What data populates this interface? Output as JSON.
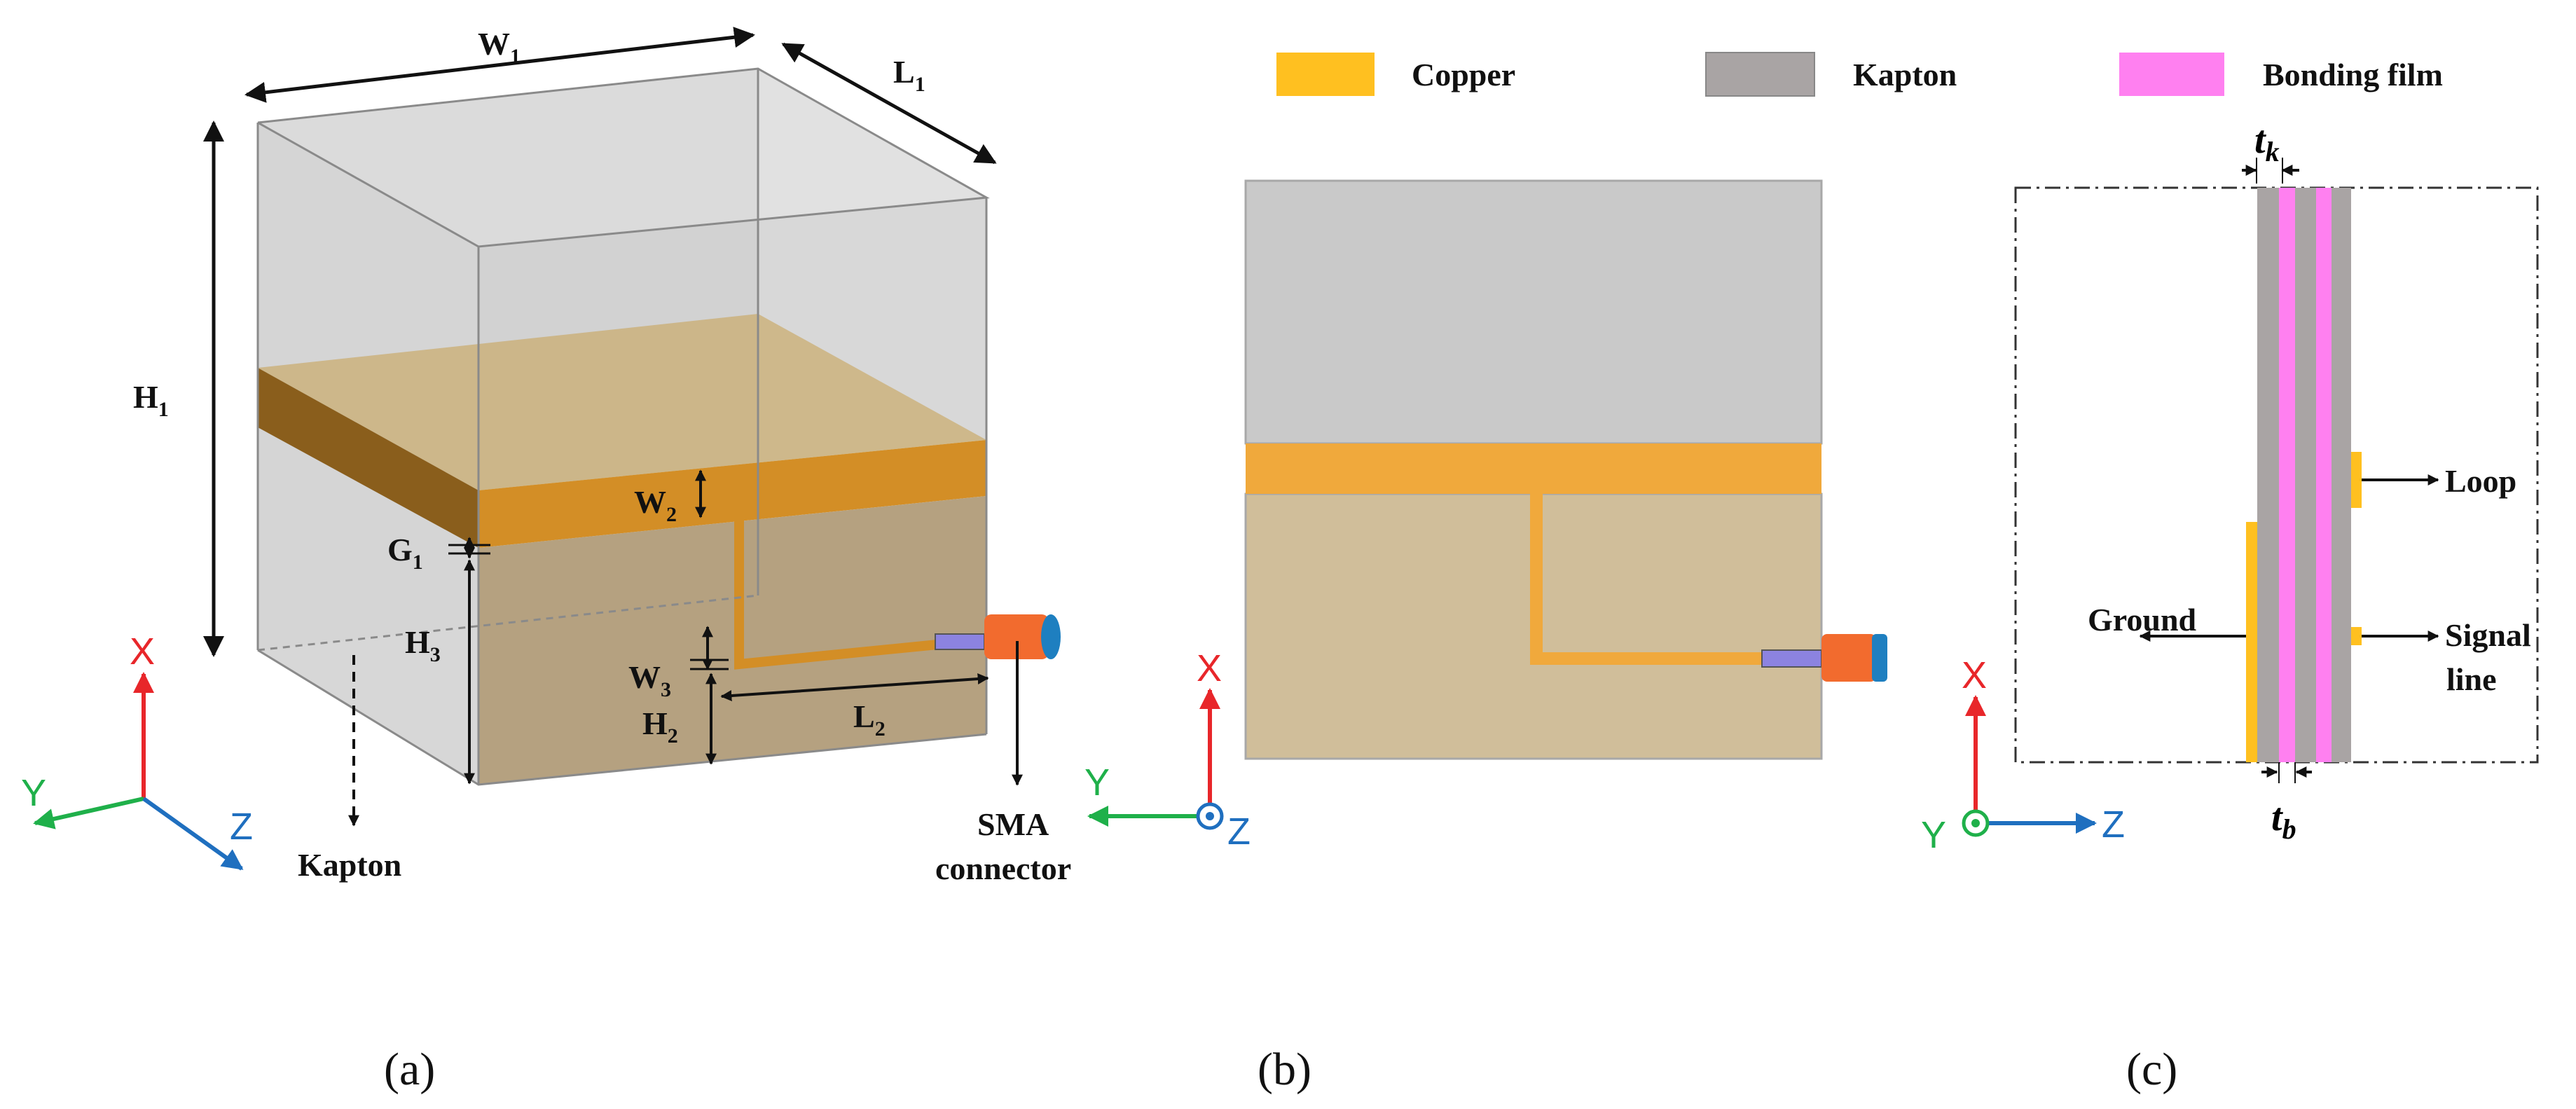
{
  "legend": {
    "copper": {
      "label": "Copper",
      "color": "#FFC020"
    },
    "kapton": {
      "label": "Kapton",
      "color": "#A9A4A4"
    },
    "bonding": {
      "label": "Bonding film",
      "color": "#FF80F0"
    }
  },
  "panel_a": {
    "dims": {
      "w1": {
        "base": "W",
        "sub": "1"
      },
      "l1": {
        "base": "L",
        "sub": "1"
      },
      "h1": {
        "base": "H",
        "sub": "1"
      },
      "w2": {
        "base": "W",
        "sub": "2"
      },
      "g1": {
        "base": "G",
        "sub": "1"
      },
      "h3": {
        "base": "H",
        "sub": "3"
      },
      "w3": {
        "base": "W",
        "sub": "3"
      },
      "h2": {
        "base": "H",
        "sub": "2"
      },
      "l2": {
        "base": "L",
        "sub": "2"
      }
    },
    "kapton_label": "Kapton",
    "sma_line1": "SMA",
    "sma_line2": "connector",
    "axes": {
      "x": "X",
      "y": "Y",
      "z": "Z"
    },
    "caption": "(a)"
  },
  "panel_b": {
    "axes": {
      "x": "X",
      "y": "Y",
      "z": "Z"
    },
    "caption": "(b)"
  },
  "panel_c": {
    "tk": {
      "base": "t",
      "sub": "k"
    },
    "tb": {
      "base": "t",
      "sub": "b"
    },
    "loop_label": "Loop",
    "ground_label": "Ground",
    "signal_line1": "Signal",
    "signal_line2": "line",
    "axes": {
      "x": "X",
      "y": "Y",
      "z": "Z"
    },
    "caption": "(c)"
  },
  "colors": {
    "axis_x": "#E8262A",
    "axis_y": "#1FB04A",
    "axis_z": "#1F6FBF",
    "sma_body": "#F26B2E",
    "sma_tip": "#1E7FC0",
    "sma_pin": "#8C83E0"
  }
}
